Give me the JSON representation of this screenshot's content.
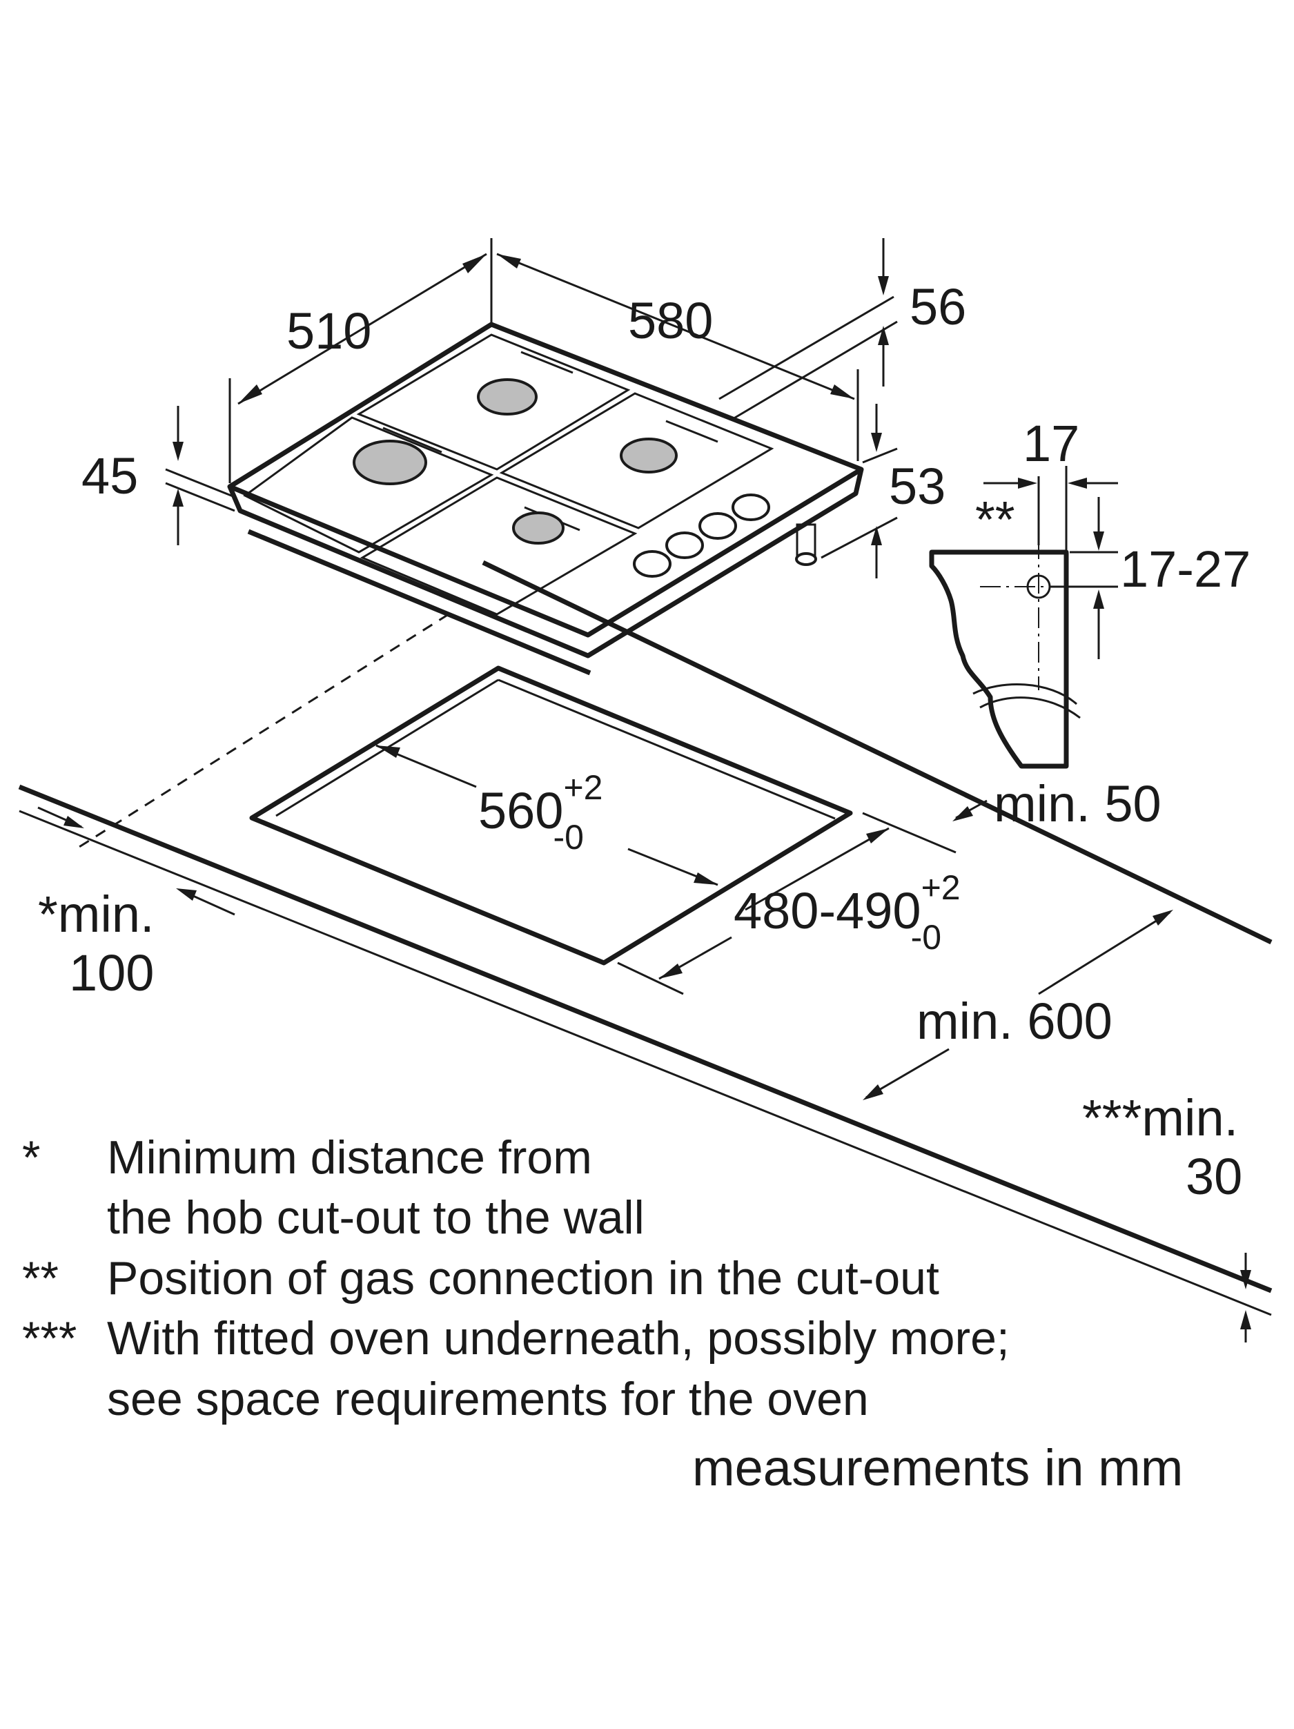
{
  "diagram": {
    "hob_dimensions": {
      "width": "580",
      "depth": "510",
      "height": "45",
      "gas_connection_offset": "56",
      "gas_connection_depth": "53"
    },
    "gas_connection_detail": {
      "marker": "**",
      "horizontal": "17",
      "vertical": "17-27"
    },
    "cutout": {
      "width_main": "560",
      "width_tol_plus": "+2",
      "width_tol_minus": "-0",
      "depth_main": "480-490",
      "depth_tol_plus": "+2",
      "depth_tol_minus": "-0"
    },
    "clearances": {
      "rear": "min. 50",
      "wall_line1": "*min.",
      "wall_line2": "100",
      "worktop_depth": "min. 600",
      "worktop_thickness_line1": "***min.",
      "worktop_thickness_line2": "30"
    },
    "notes": [
      {
        "marker": "*",
        "lines": [
          "Minimum distance from",
          "the hob cut-out to the wall"
        ]
      },
      {
        "marker": "**",
        "lines": [
          "Position of gas connection in the cut-out"
        ]
      },
      {
        "marker": "***",
        "lines": [
          "With fitted oven underneath, possibly more;",
          "see space requirements for the oven"
        ]
      }
    ],
    "units_label": "measurements in mm"
  }
}
